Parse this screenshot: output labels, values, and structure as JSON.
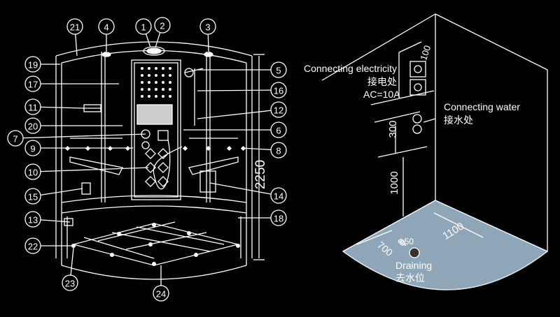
{
  "callouts": [
    "1",
    "2",
    "3",
    "4",
    "5",
    "6",
    "7",
    "8",
    "9",
    "10",
    "11",
    "12",
    "13",
    "14",
    "15",
    "16",
    "17",
    "18",
    "19",
    "20",
    "21",
    "22",
    "23",
    "24"
  ],
  "dimensions": {
    "height": "2250",
    "width_a": "1100",
    "width_b": "700",
    "outlet_height": "100",
    "inlet_height": "300",
    "inlet_offset": "1000",
    "drain_diameter": "Φ50"
  },
  "labels": {
    "electricity_en": "Connecting electricity",
    "electricity_cn": "接电处",
    "electricity_spec": "AC=10A",
    "water_en": "Connecting water",
    "water_cn": "接水处",
    "drain_en": "Draining",
    "drain_cn": "去水位"
  },
  "colors": {
    "background": "#000000",
    "line": "#ffffff",
    "floor": "#8fa6b8"
  }
}
